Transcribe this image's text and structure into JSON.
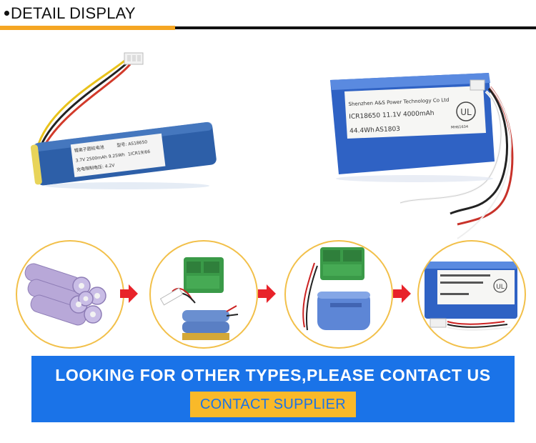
{
  "header": {
    "title": "DETAIL DISPLAY"
  },
  "cell_label": {
    "brand": "锂离子圆柱电池",
    "model_label": "型号: AS18650",
    "spec": "3.7V 2500mAh 9.25Wh",
    "cell_code": "1ICR19/66",
    "charge_limit": "充电限制电压: 4.2V"
  },
  "pack_label": {
    "company": "Shenzhen A&S Power Technology Co Ltd",
    "spec": "ICR18650 11.1V 4000mAh",
    "energy": "44.4Wh",
    "model": "AS1803",
    "cert": "MH61634"
  },
  "banner": {
    "text": "LOOKING FOR OTHER TYPES,PLEASE CONTACT US",
    "button_label": "CONTACT SUPPLIER"
  },
  "colors": {
    "accent_orange": "#f5a623",
    "banner_blue": "#1a73e8",
    "button_yellow": "#f9b929",
    "arrow_red": "#e8232a"
  }
}
